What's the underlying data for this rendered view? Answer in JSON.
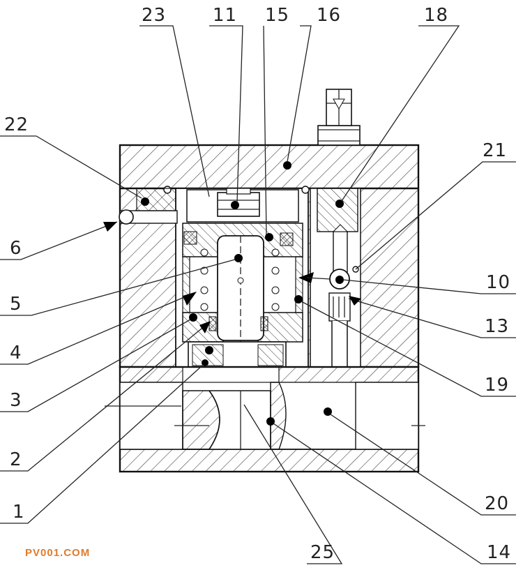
{
  "diagram": {
    "watermark": "PV001.COM",
    "labels": {
      "l23": "23",
      "l11": "11",
      "l15": "15",
      "l16": "16",
      "l18": "18",
      "l22": "22",
      "l21": "21",
      "l6": "6",
      "l10": "10",
      "l5": "5",
      "l13": "13",
      "l4": "4",
      "l19": "19",
      "l3": "3",
      "l2": "2",
      "l20": "20",
      "l1": "1",
      "l25": "25",
      "l14": "14"
    },
    "colors": {
      "ink": "#222222",
      "watermark": "#e07b2a",
      "background": "#ffffff"
    }
  }
}
